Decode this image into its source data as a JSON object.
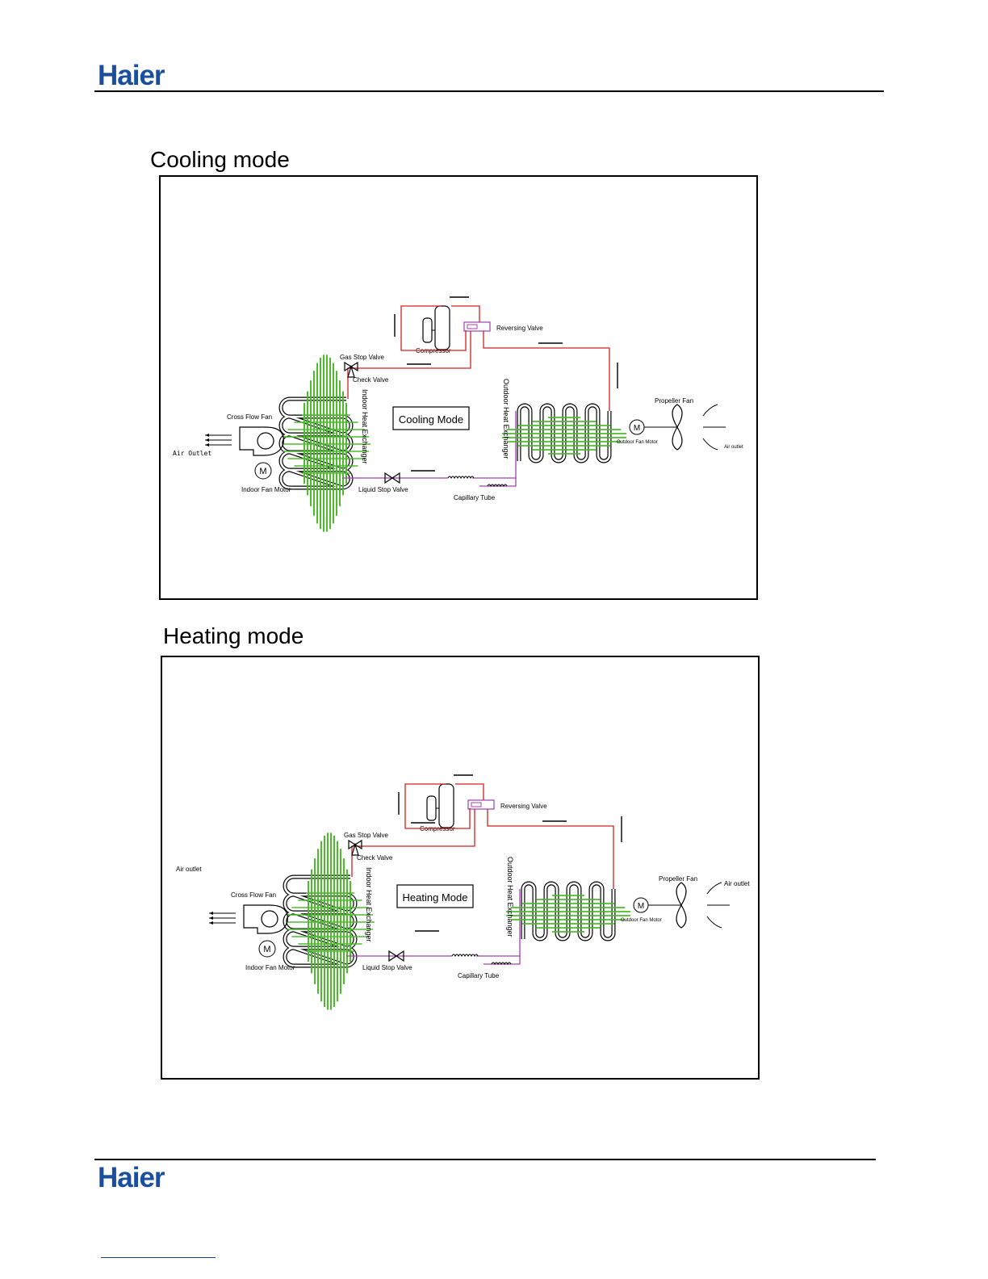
{
  "brand": {
    "logo_text": "Haier",
    "color": "#1a4fa0"
  },
  "colors": {
    "refrigerant_hot": "#d42020",
    "refrigerant_liquid": "#a040b0",
    "fins": "#4cbb2c",
    "pipe": "#000000"
  },
  "cooling": {
    "section_title": "Cooling mode",
    "mode_label": "Cooling Mode",
    "compressor": "Compressor",
    "reversing_valve": "Reversing Valve",
    "gas_stop_valve": "Gas Stop Valve",
    "check_valve": "Check Valve",
    "indoor_hx": "Indoor Heat Exchanger",
    "outdoor_hx": "Outdoor Heat Exchanger",
    "cross_flow_fan": "Cross Flow Fan",
    "indoor_fan_motor": "Indoor Fan Motor",
    "liquid_stop_valve": "Liquid Stop Valve",
    "capillary_tube": "Capillary Tube",
    "propeller_fan": "Propeller Fan",
    "outdoor_fan_motor": "Outdoor Fan Motor",
    "air_outlet_left": "Air Outlet",
    "air_outlet_right": "Air outlet",
    "motor_symbol": "M"
  },
  "heating": {
    "section_title": "Heating mode",
    "mode_label": "Heating Mode",
    "compressor": "Compressor",
    "reversing_valve": "Reversing Valve",
    "gas_stop_valve": "Gas Stop Valve",
    "check_valve": "Check Valve",
    "indoor_hx": "Indoor Heat Exchanger",
    "outdoor_hx": "Outdoor Heat Exchanger",
    "cross_flow_fan": "Cross Flow Fan",
    "indoor_fan_motor": "Indoor Fan Motor",
    "liquid_stop_valve": "Liquid Stop Valve",
    "capillary_tube": "Capillary Tube",
    "propeller_fan": "Propeller Fan",
    "outdoor_fan_motor": "Outdoor Fan Motor",
    "air_outlet_left": "Air outlet",
    "air_outlet_right": "Air outlet",
    "motor_symbol": "M"
  }
}
